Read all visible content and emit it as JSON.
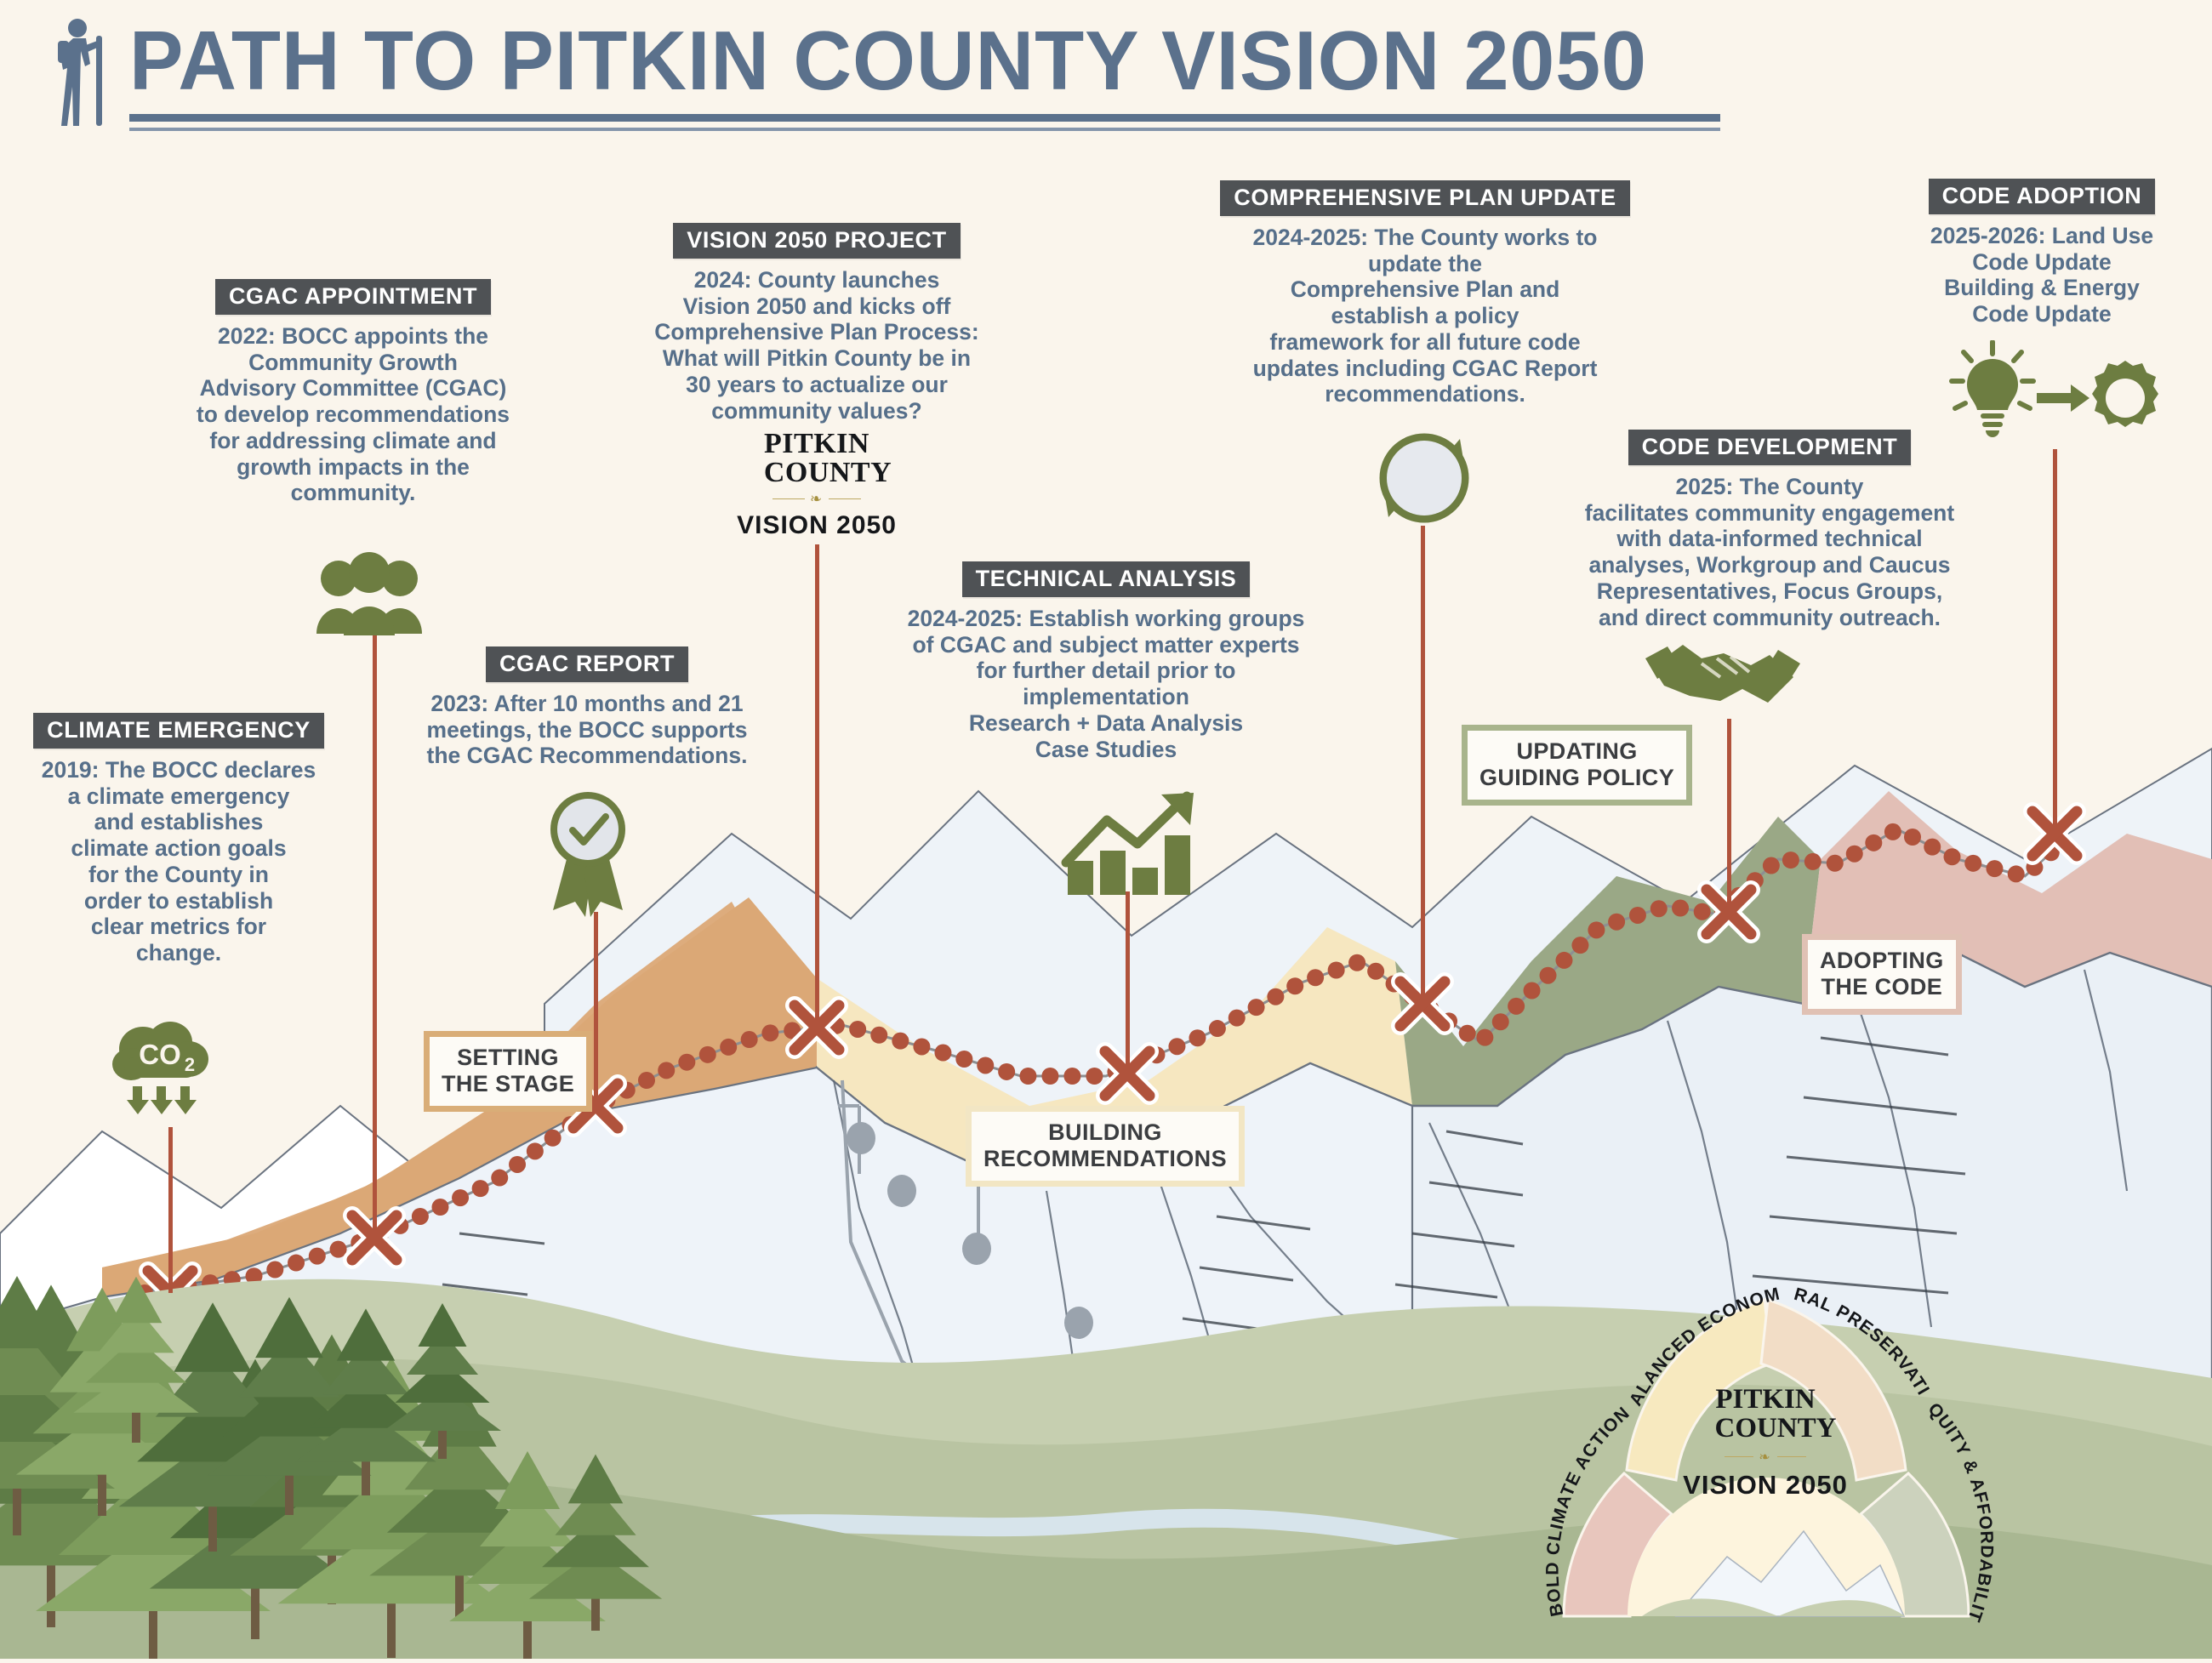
{
  "header": {
    "title": "PATH TO PITKIN COUNTY VISION 2050",
    "hiker_icon": "hiker-icon"
  },
  "milestones": [
    {
      "id": "climate-emergency",
      "badge": "CLIMATE EMERGENCY",
      "body": "2019: The BOCC declares\na climate emergency\nand establishes\nclimate action goals\nfor the County in\norder to establish\nclear metrics for\nchange.",
      "icon": "co2-cloud-icon"
    },
    {
      "id": "cgac-appointment",
      "badge": "CGAC APPOINTMENT",
      "body": "2022: BOCC appoints the\nCommunity Growth\nAdvisory Committee (CGAC)\nto develop recommendations\nfor addressing climate and\ngrowth impacts in the\ncommunity.",
      "icon": "people-group-icon"
    },
    {
      "id": "cgac-report",
      "badge": "CGAC REPORT",
      "body": "2023: After 10 months and 21\nmeetings, the BOCC supports\nthe CGAC Recommendations.",
      "icon": "award-ribbon-icon"
    },
    {
      "id": "vision-2050-project",
      "badge": "VISION 2050 PROJECT",
      "body": "2024: County launches\nVision 2050 and kicks off\nComprehensive Plan Process:\nWhat will Pitkin County be in\n30 years to actualize our\ncommunity values?",
      "icon": "pitkin-county-vision-logo"
    },
    {
      "id": "technical-analysis",
      "badge": "TECHNICAL ANALYSIS",
      "body": "2024-2025: Establish working groups\nof CGAC and subject matter experts\nfor further detail prior to\nimplementation\nResearch + Data Analysis\nCase Studies",
      "icon": "bar-chart-growth-icon"
    },
    {
      "id": "comprehensive-plan-update",
      "badge": "COMPREHENSIVE PLAN UPDATE",
      "body": "2024-2025: The County works to\nupdate the\nComprehensive Plan and\nestablish a policy\nframework for all future code\nupdates including CGAC Report\nrecommendations.",
      "icon": "document-refresh-icon"
    },
    {
      "id": "code-development",
      "badge": "CODE DEVELOPMENT",
      "body": "2025: The County\nfacilitates community engagement\nwith data-informed technical\nanalyses, Workgroup and Caucus\nRepresentatives, Focus Groups,\nand direct community outreach.",
      "icon": "handshake-icon"
    },
    {
      "id": "code-adoption",
      "badge": "CODE ADOPTION",
      "body": "2025-2026: Land Use\nCode Update\nBuilding & Energy\nCode Update",
      "icon": "lightbulb-to-gear-icon"
    }
  ],
  "pitkin_logo": {
    "line1": "PITKIN",
    "line2": "COUNTY",
    "tagline": "VISION 2050",
    "ornament": "❧"
  },
  "trail_stages": [
    {
      "id": "setting-the-stage",
      "label": "SETTING\nTHE STAGE",
      "border": "#d9ad77"
    },
    {
      "id": "building-recommendations",
      "label": "BUILDING\nRECOMMENDATIONS",
      "border": "#f2e6c4"
    },
    {
      "id": "updating-guiding-policy",
      "label": "UPDATING\nGUIDING POLICY",
      "border": "#a8b48c"
    },
    {
      "id": "adopting-the-code",
      "label": "ADOPTING\nTHE CODE",
      "border": "#e0c1b4"
    }
  ],
  "vision_wheel": {
    "center_line1": "PITKIN",
    "center_line2": "COUNTY",
    "center_tagline": "VISION 2050",
    "segments": [
      {
        "id": "bold-climate-action",
        "label": "BOLD CLIMATE ACTION",
        "color": "#e8c6bd"
      },
      {
        "id": "balanced-economy",
        "label": "BALANCED ECONOMY",
        "color": "#f7e9bf"
      },
      {
        "id": "rural-preservation",
        "label": "RURAL PRESERVATION",
        "color": "#f2ddc6"
      },
      {
        "id": "equity-affordability",
        "label": "EQUITY & AFFORDABILITY",
        "color": "#ccd2bd"
      }
    ]
  },
  "colors": {
    "background": "#faf5ec",
    "title_blue": "#5b718c",
    "body_blue": "#566f8a",
    "badge_gray": "#4f5255",
    "icon_green": "#6d7d41",
    "trail_red": "#b0533c",
    "band_tan": "#dba876",
    "band_cream": "#f6e7c0",
    "band_sage": "#9aa886",
    "band_pink": "#e2bfb6",
    "snow": "#eaf0f6"
  }
}
